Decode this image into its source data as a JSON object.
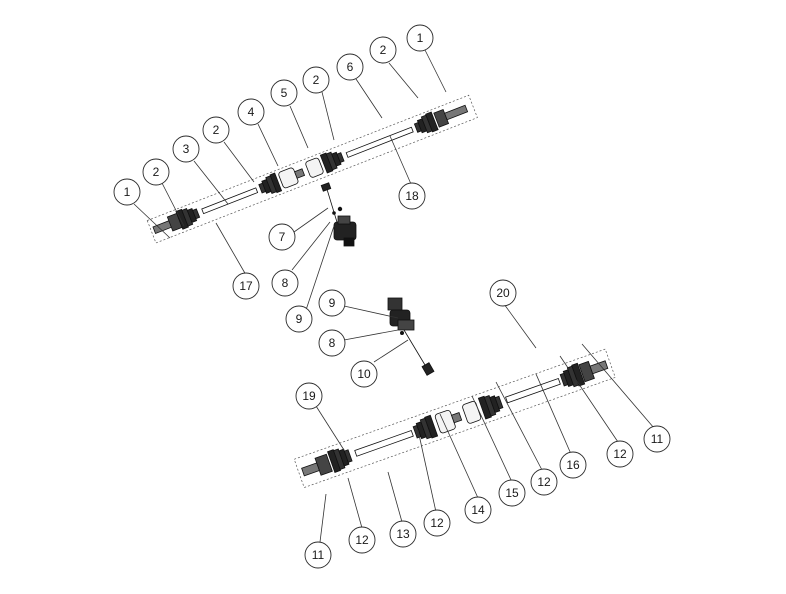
{
  "callouts": {
    "top_shaft": {
      "1a": "1",
      "2a": "2",
      "3": "3",
      "2b": "2",
      "4": "4",
      "5": "5",
      "2c": "2",
      "6": "6",
      "2d": "2",
      "1b": "1",
      "17": "17",
      "18": "18"
    },
    "top_gear": {
      "7": "7",
      "8": "8",
      "9": "9"
    },
    "bottom_gear": {
      "9": "9",
      "8": "8",
      "10": "10"
    },
    "bottom_shaft": {
      "20": "20",
      "19": "19",
      "11a": "11",
      "12a": "12",
      "13": "13",
      "12b": "12",
      "14": "14",
      "15": "15",
      "12c": "12",
      "16": "16",
      "12d": "12",
      "11b": "11"
    }
  }
}
